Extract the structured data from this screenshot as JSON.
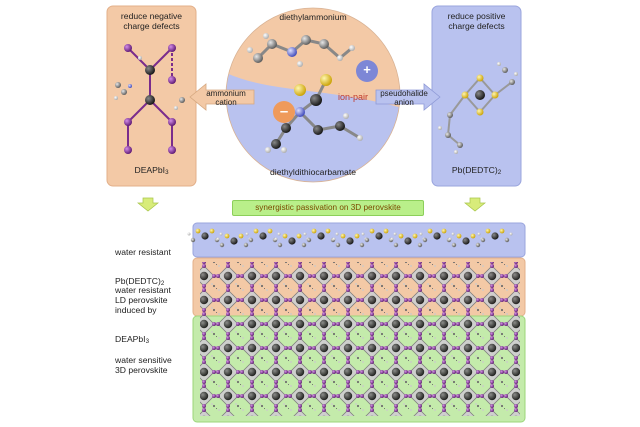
{
  "top": {
    "left_box": {
      "title": "reduce negative\ncharge defects",
      "compound": "DEAPbI",
      "compound_sub": "3"
    },
    "right_box": {
      "title": "reduce positive\ncharge defects",
      "compound": "Pb(DEDTC)",
      "compound_sub": "2"
    },
    "circle": {
      "top_label": "diethylammonium",
      "bottom_label": "diethyldithiocarbamate",
      "center_label": "ion-pair",
      "plus_sign": "+",
      "minus_sign": "–"
    },
    "arrow_left_label": "ammonium\ncation",
    "arrow_right_label": "pseudohalide\nanion"
  },
  "banner": "synergistic passivation on 3D perovskite",
  "layers": [
    {
      "label_1": "water resistant",
      "label_2": "Pb(DEDTC)",
      "label_2_sub": "2",
      "color": "#b9c2ef"
    },
    {
      "label": "water resistant\nLD perovskite\ninduced by",
      "label_last": "DEAPbI",
      "label_last_sub": "3",
      "color": "#f3c9a6"
    },
    {
      "label": "water sensitive\n3D perovskite",
      "color": "#c4ebab"
    }
  ],
  "colors": {
    "peach": "#f3c9a6",
    "lavender": "#b9c2ef",
    "green": "#c4ebab",
    "purple": "#7a2c8c",
    "gold": "#e6c235"
  }
}
